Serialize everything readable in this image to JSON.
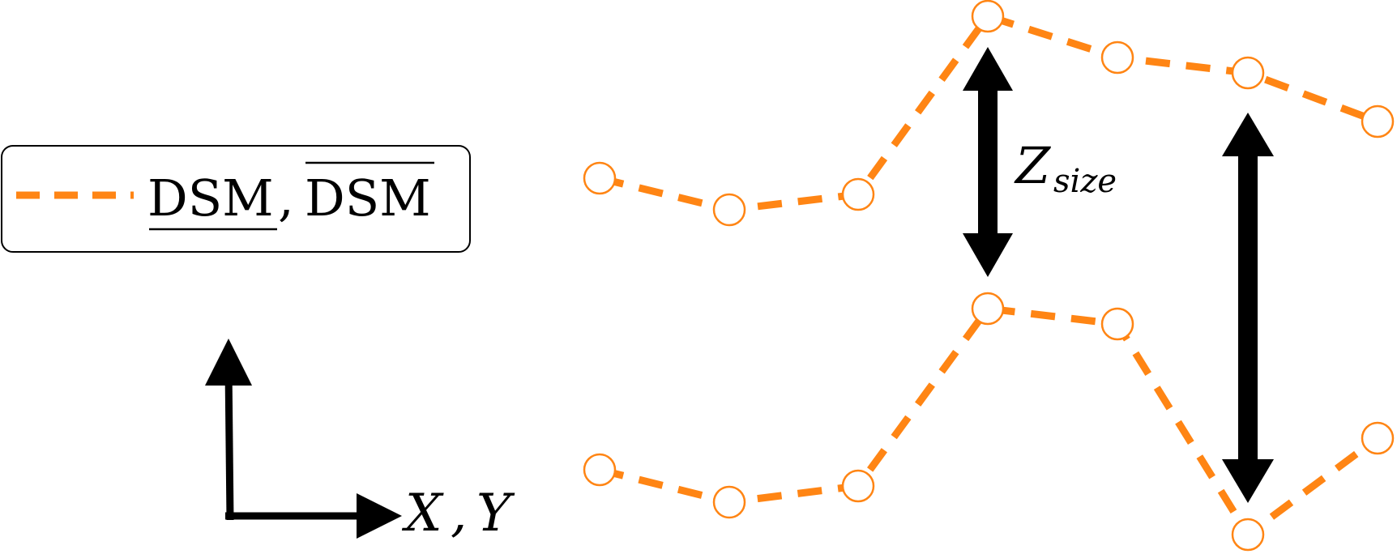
{
  "legend": {
    "label_a": "DSM",
    "separator": ",",
    "label_b": "DSM",
    "line_color": "#ff8514"
  },
  "axes": {
    "label_x": "X",
    "separator": ",",
    "label_y": "Y"
  },
  "annotation": {
    "z_main": "Z",
    "z_sub": "size"
  },
  "colors": {
    "series": "#ff8514",
    "arrow": "#000000"
  }
}
